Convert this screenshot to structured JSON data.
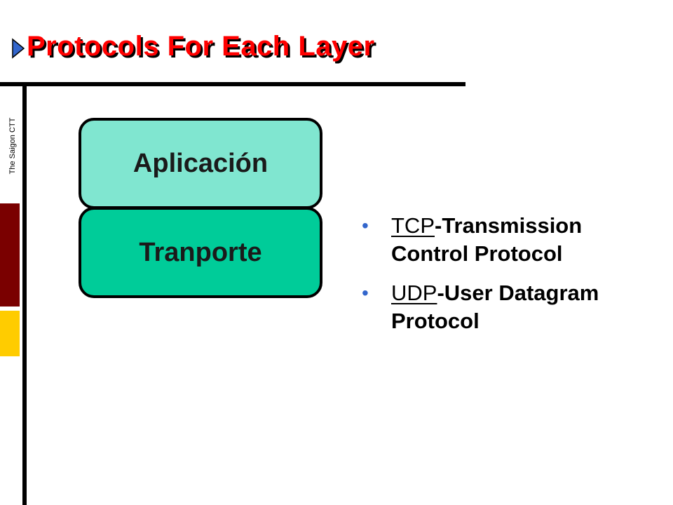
{
  "title": "Protocols For Each Layer",
  "side_label": "The Saigon CTT",
  "layers": [
    {
      "label": "Aplicación",
      "color": "#80e6d0"
    },
    {
      "label": "Tranporte",
      "color": "#00cc99"
    }
  ],
  "bullets": [
    {
      "acronym": "TCP",
      "expansion": "-Transmission Control Protocol"
    },
    {
      "acronym": "UDP",
      "expansion": "-User Datagram Protocol"
    }
  ],
  "colors": {
    "title": "#ff0000",
    "title_arrow": "#3366cc",
    "bullet": "#3366cc",
    "accent_red_block": "#7a0000",
    "accent_yellow_block": "#ffcc00"
  }
}
